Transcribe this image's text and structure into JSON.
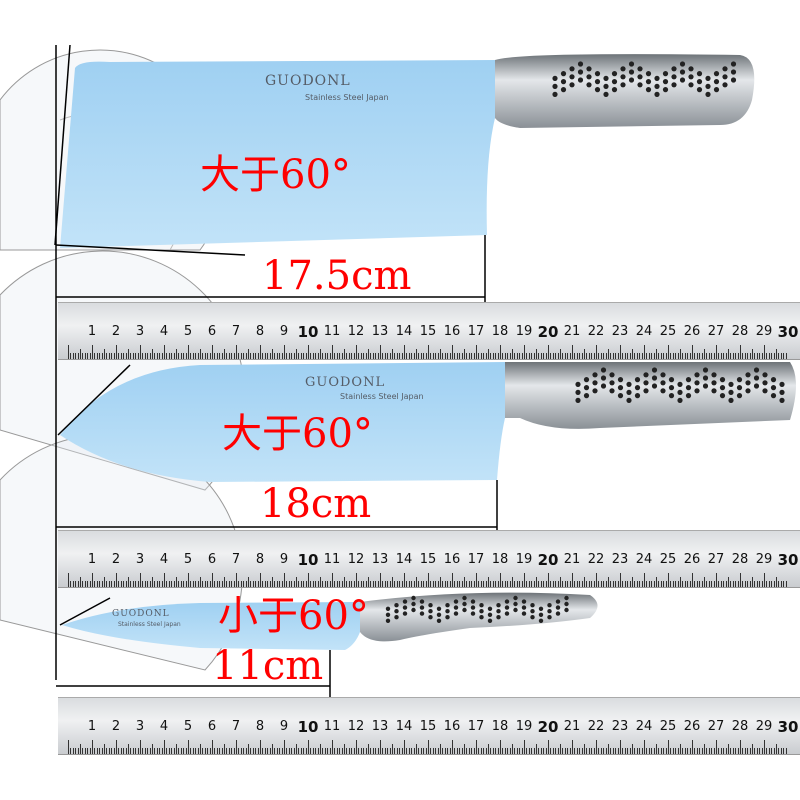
{
  "knives": [
    {
      "brand": "GUODONL",
      "sub": "Stainless Steel Japan",
      "angle_label": "大于60°",
      "length_label": "17.5cm"
    },
    {
      "brand": "GUODONL",
      "sub": "Stainless Steel Japan",
      "angle_label": "大于60°",
      "length_label": "18cm"
    },
    {
      "brand": "GUODONL",
      "sub": "Stainless Steel Japan",
      "angle_label": "小于60°",
      "length_label": "11cm"
    }
  ],
  "ruler_numbers": [
    "1",
    "2",
    "3",
    "4",
    "5",
    "6",
    "7",
    "8",
    "9",
    "10",
    "11",
    "12",
    "13",
    "14",
    "15",
    "16",
    "17",
    "18",
    "19",
    "20",
    "21",
    "22",
    "23",
    "24",
    "25",
    "26",
    "27",
    "28",
    "29",
    "30"
  ],
  "colors": {
    "annotation": "#ff0000",
    "blade": "#a8d4f2",
    "handle": "#b8bec4"
  }
}
